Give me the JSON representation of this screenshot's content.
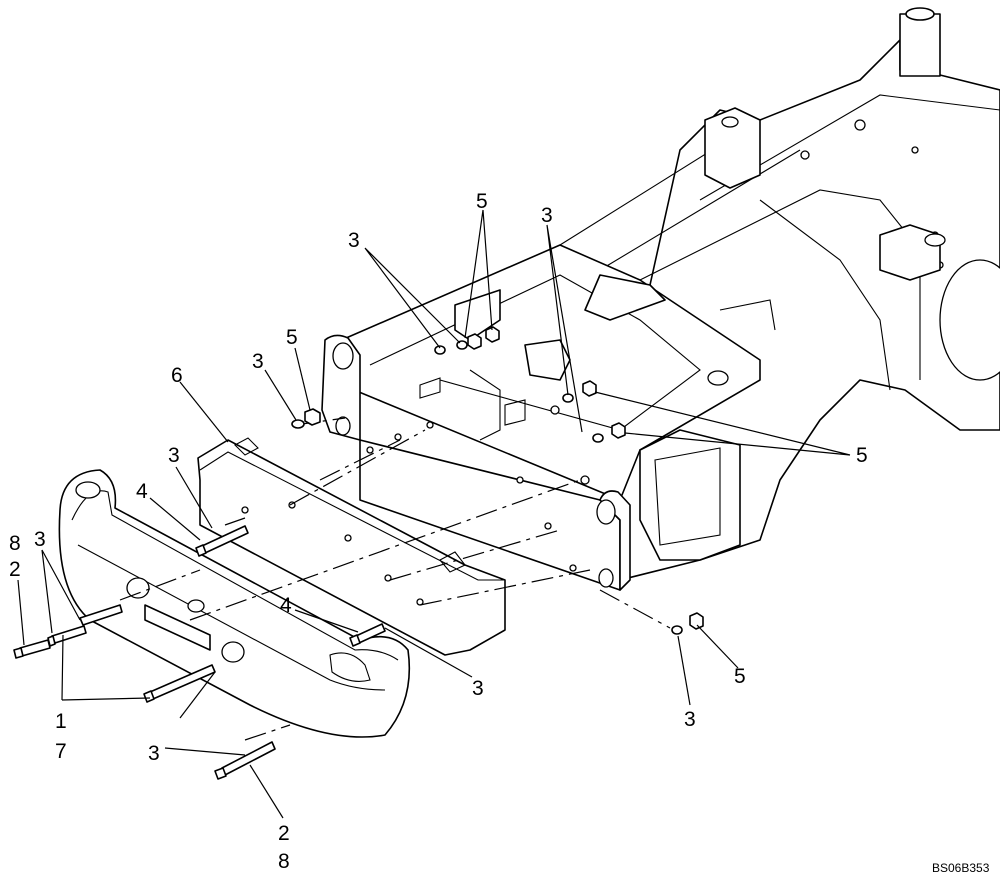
{
  "diagram": {
    "callouts": {
      "c1": "5",
      "c2": "3",
      "c3": "3",
      "c4": "5",
      "c5": "3",
      "c6": "6",
      "c7": "5",
      "c8": "3",
      "c9": "4",
      "c10": "8",
      "c11": "2",
      "c12": "3",
      "c13": "4",
      "c14": "3",
      "c15": "1",
      "c16": "7",
      "c17": "5",
      "c18": "3",
      "c19": "3",
      "c20": "2",
      "c21": "8"
    },
    "reference_code": "BS06B353"
  }
}
